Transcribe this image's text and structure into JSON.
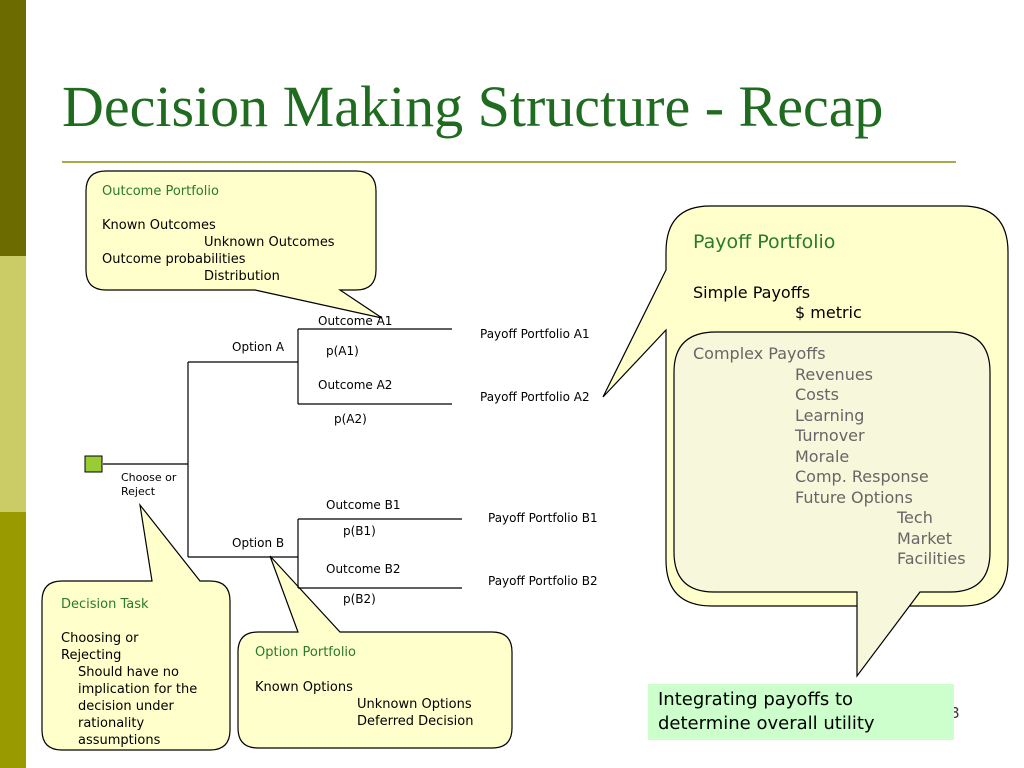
{
  "colors": {
    "title": "#1f6b1f",
    "callout_fill": "#ffffcc",
    "callout_inner_fill": "#f7f7dc",
    "note_fill": "#ccffcc",
    "decision_node": "#99cc33",
    "bar_dark": "#6b6b00",
    "bar_light": "#cccc66",
    "bar_mid": "#999900"
  },
  "slide": {
    "title": "Decision Making Structure - Recap",
    "page_number": "8"
  },
  "tree": {
    "decision_label": [
      "Choose or",
      "Reject"
    ],
    "options": [
      {
        "label": "Option A",
        "outcomes": [
          {
            "label": "Outcome A1",
            "prob": "p(A1)",
            "payoff": "Payoff Portfolio A1"
          },
          {
            "label": "Outcome A2",
            "prob": "p(A2)",
            "payoff": "Payoff Portfolio A2"
          }
        ]
      },
      {
        "label": "Option B",
        "outcomes": [
          {
            "label": "Outcome B1",
            "prob": "p(B1)",
            "payoff": "Payoff Portfolio B1"
          },
          {
            "label": "Outcome B2",
            "prob": "p(B2)",
            "payoff": "Payoff Portfolio B2"
          }
        ]
      }
    ]
  },
  "callouts": {
    "outcome_portfolio": {
      "heading": "Outcome Portfolio",
      "lines": [
        "Known Outcomes",
        "Unknown Outcomes",
        "Outcome probabilities",
        "Distribution"
      ]
    },
    "decision_task": {
      "heading": "Decision Task",
      "lines": [
        "Choosing or",
        "Rejecting",
        "Should have no",
        "implication for the",
        "decision under",
        "rationality",
        "assumptions"
      ]
    },
    "option_portfolio": {
      "heading": "Option Portfolio",
      "lines": [
        "Known Options",
        "Unknown Options",
        "Deferred Decision"
      ]
    },
    "payoff_portfolio": {
      "heading": "Payoff Portfolio",
      "lines": [
        "Simple Payoffs",
        "$ metric"
      ],
      "complex_heading": "Complex Payoffs",
      "complex_lines": [
        "Revenues",
        "Costs",
        "Learning",
        "Turnover",
        "Morale",
        "Comp. Response",
        "Future Options",
        "Tech",
        "Market",
        "Facilities"
      ]
    }
  },
  "note": {
    "lines": [
      "Integrating payoffs to",
      "determine overall utility"
    ]
  }
}
